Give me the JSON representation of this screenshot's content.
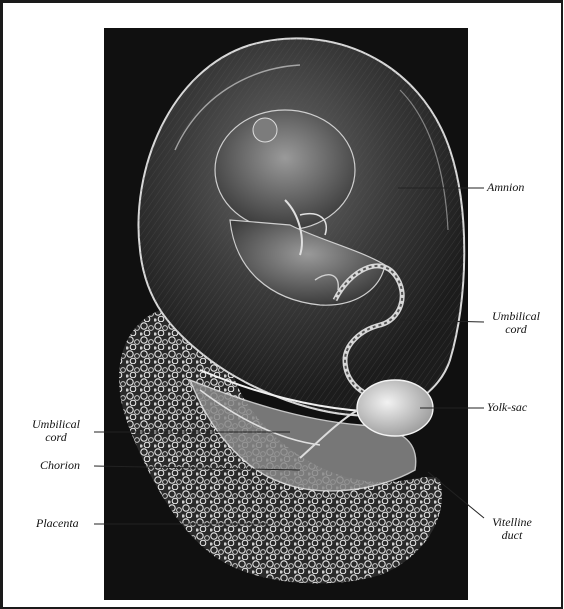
{
  "figure": {
    "labels": {
      "amnion": "Amnion",
      "umbilical_cord_right_1": "Umbilical",
      "umbilical_cord_right_2": "cord",
      "yolk_sac": "Yolk-sac",
      "umbilical_cord_left_1": "Umbilical",
      "umbilical_cord_left_2": "cord",
      "chorion": "Chorion",
      "placenta": "Placenta",
      "vitelline_duct_1": "Vitelline",
      "vitelline_duct_2": "duct"
    },
    "colors": {
      "background": "#ffffff",
      "plate": "#101010",
      "engraving": "#d8d8d8",
      "leader": "#222222"
    }
  }
}
